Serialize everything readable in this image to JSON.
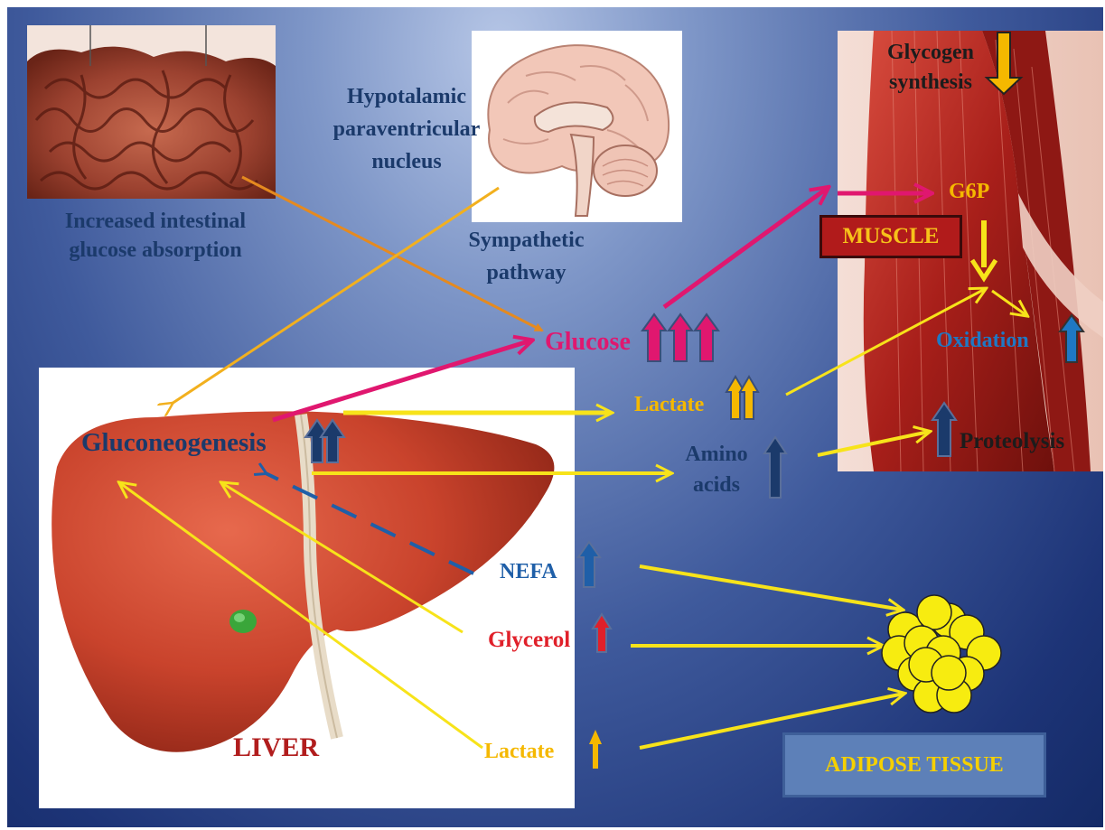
{
  "labels": {
    "intestine_line1": "Increased intestinal",
    "intestine_line2": "glucose absorption",
    "hypo_line1": "Hypotalamic",
    "hypo_line2": "paraventricular",
    "hypo_line3": "nucleus",
    "symp_line1": "Sympathetic",
    "symp_line2": "pathway",
    "glycogen_line1": "Glycogen",
    "glycogen_line2": "synthesis",
    "g6p": "G6P",
    "muscle": "MUSCLE",
    "oxidation": "Oxidation",
    "glucose": "Glucose",
    "lactate_top": "Lactate",
    "gluconeogenesis": "Gluconeogenesis",
    "amino_line1": "Amino",
    "amino_line2": "acids",
    "proteolysis": "Proteolysis",
    "nefa": "NEFA",
    "glycerol": "Glycerol",
    "lactate_bottom": "Lactate",
    "liver": "LIVER",
    "adipose": "ADIPOSE TISSUE"
  },
  "colors": {
    "navy": "#1b3a6b",
    "pink": "#e0176f",
    "gold": "#f5b800",
    "yellow": "#f7e31a",
    "orange": "#e58a1f",
    "blue": "#1f78c4",
    "red": "#e0202a",
    "muscle": "#b11b1b",
    "adipose_box": "#5d80b8"
  },
  "icons": [
    "intestine-image",
    "brain-image",
    "muscle-image",
    "liver-image",
    "adipose-cells-icon",
    "up-arrow-icon",
    "down-arrow-icon"
  ]
}
